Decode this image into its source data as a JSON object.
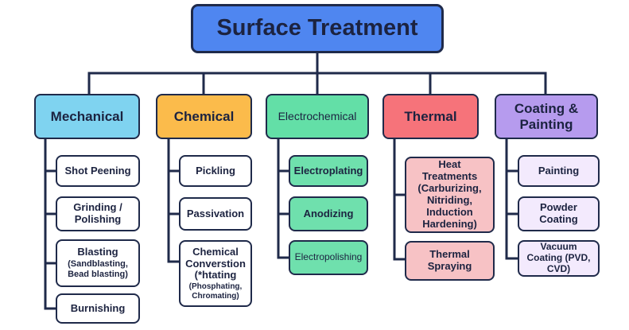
{
  "title": "Surface Treatment",
  "colors": {
    "root": "#4f86f0",
    "mechanical": "#7fd3f0",
    "chemical": "#fbbb4b",
    "electrochemical": "#63dfa7",
    "thermal": "#f6737a",
    "coating": "#b69bee",
    "mechanical_leaf": "#ffffff",
    "chemical_leaf": "#ffffff",
    "electrochemical_leaf": "#6fe0ad",
    "thermal_leaf": "#f7c2c5",
    "coating_leaf": "#f3eafd",
    "line": "#1f2a4a"
  },
  "categories": [
    {
      "name": "Mechanical",
      "items": [
        "Shot Peening",
        "Grinding / Polishing",
        "Blasting",
        "Burnishing"
      ],
      "item_notes": [
        "",
        "",
        "(Sandblasting, Bead blasting)",
        ""
      ]
    },
    {
      "name": "Chemical",
      "items": [
        "Pickling",
        "Passivation",
        "Chemical Converstion (*htating"
      ],
      "item_notes": [
        "",
        "",
        "(Phosphating, Chromating)"
      ]
    },
    {
      "name": "Electrochemical",
      "items": [
        "Electroplating",
        "Anodizing",
        "Electropolishing"
      ],
      "item_notes": [
        "",
        "",
        ""
      ]
    },
    {
      "name": "Thermal",
      "items": [
        "Heat Treatments (Carburizing, Nitriding, Induction Hardening)",
        "Thermal Spraying"
      ],
      "item_notes": [
        "",
        ""
      ]
    },
    {
      "name": "Coating & Painting",
      "items": [
        "Painting",
        "Powder Coating",
        "Vacuum Coating (PVD, CVD)"
      ],
      "item_notes": [
        "",
        "",
        ""
      ]
    }
  ]
}
